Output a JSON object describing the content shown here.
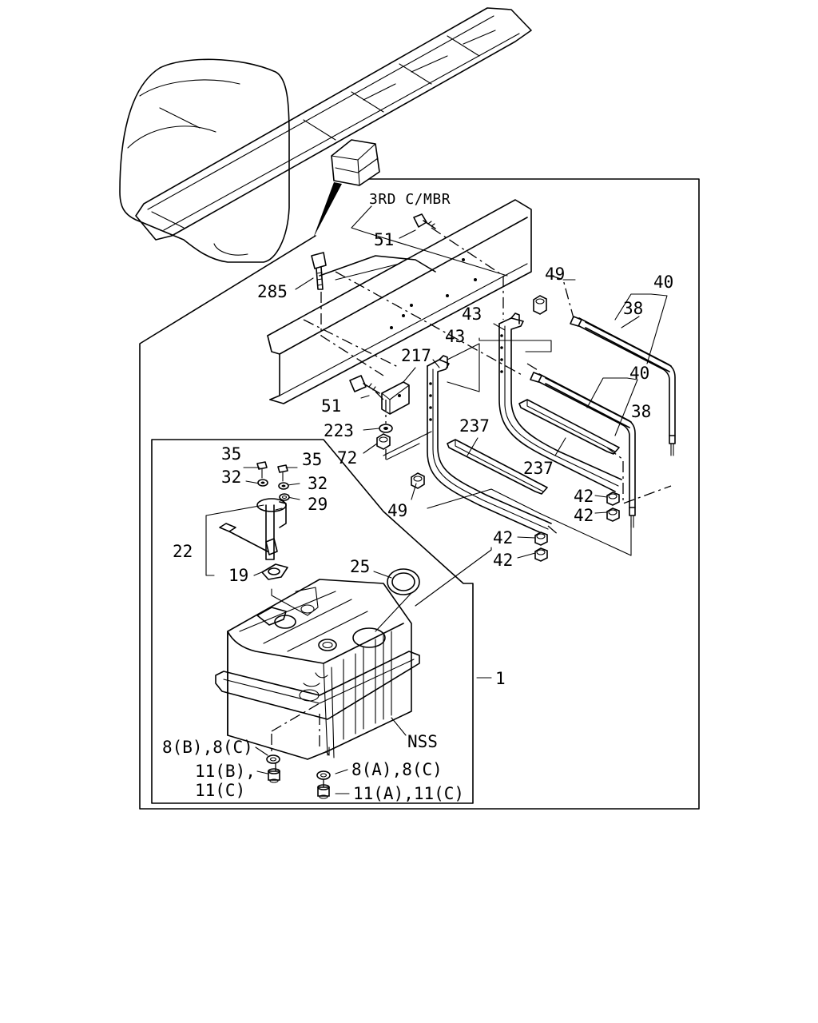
{
  "diagram": {
    "labels": {
      "crossmember": "3RD C/MBR",
      "p51a": "51",
      "p285": "285",
      "p49a": "49",
      "p40a": "40",
      "p38a": "38",
      "p43a": "43",
      "p43b": "43",
      "p217": "217",
      "p40b": "40",
      "p38b": "38",
      "p51b": "51",
      "p237a": "237",
      "p237b": "237",
      "p223": "223",
      "p72": "72",
      "p35a": "35",
      "p35b": "35",
      "p32a": "32",
      "p32b": "32",
      "p29": "29",
      "p49b": "49",
      "p42a": "42",
      "p42b": "42",
      "p42c": "42",
      "p42d": "42",
      "p22": "22",
      "p19": "19",
      "p25": "25",
      "p1": "1",
      "nss": "NSS",
      "p8bc": "8(B),8(C)",
      "p11b": "11(B),",
      "p11c": "11(C)",
      "p8ac": "8(A),8(C)",
      "p11ac": "11(A),11(C)"
    }
  }
}
